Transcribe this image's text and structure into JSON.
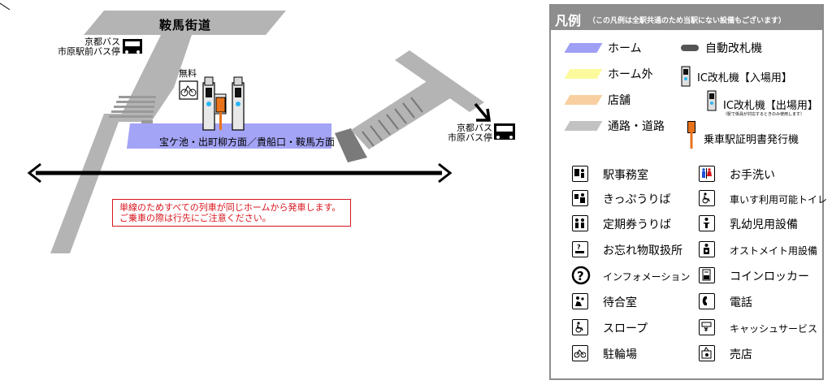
{
  "map": {
    "road_label": "鞍馬街道",
    "bus_stop_1": {
      "line1": "京都バス",
      "line2": "市原駅前バス停"
    },
    "bus_stop_2": {
      "line1": "京都バス",
      "line2": "市原バス停"
    },
    "free_label": "無料",
    "platform_label": "宝ケ池・出町柳方面／貴船口・鞍馬方面",
    "notice": {
      "line1": "単線のためすべての列車が同じホームから発車します。",
      "line2": "ご乗車の際は行先にご注意ください。"
    },
    "colors": {
      "home": "#a4a4f6",
      "road": "#b4b4b4",
      "notice": "#d8141c",
      "shop": "#f5a460"
    }
  },
  "legend": {
    "title": "凡例",
    "note": "（この凡例は全駅共通のため当駅にない設備もございます）",
    "swatches": [
      {
        "label": "ホーム",
        "color": "#9f9ff5"
      },
      {
        "label": "ホーム外",
        "color": "#fbfb9d"
      },
      {
        "label": "店舗",
        "color": "#f8cfa0"
      },
      {
        "label": "通路・道路",
        "color": "#c2c2c2"
      }
    ],
    "gates": {
      "auto": "自動改札機",
      "ic_in": "IC改札機【入場用】",
      "ic_out": "IC改札機【出場用】",
      "ic_out_note": "（駅で係員が対応するときのみ使用します）",
      "certificate": "乗車駅証明書発行機"
    },
    "facilities_left": [
      {
        "icon": "station-office-icon",
        "label": "駅事務室"
      },
      {
        "icon": "ticket-counter-icon",
        "label": "きっぷうりば"
      },
      {
        "icon": "pass-counter-icon",
        "label": "定期券うりば"
      },
      {
        "icon": "lost-and-found-icon",
        "label": "お忘れ物取扱所"
      },
      {
        "icon": "information-icon",
        "label": "インフォメーション"
      },
      {
        "icon": "waiting-room-icon",
        "label": "待合室"
      },
      {
        "icon": "slope-icon",
        "label": "スロープ"
      },
      {
        "icon": "bicycle-parking-icon",
        "label": "駐輪場"
      }
    ],
    "facilities_right": [
      {
        "icon": "restroom-icon",
        "label": "お手洗い"
      },
      {
        "icon": "accessible-toilet-icon",
        "label": "車いす利用可能トイレ"
      },
      {
        "icon": "baby-care-icon",
        "label": "乳幼児用設備"
      },
      {
        "icon": "ostomate-icon",
        "label": "オストメイト用設備"
      },
      {
        "icon": "coin-locker-icon",
        "label": "コインロッカー"
      },
      {
        "icon": "telephone-icon",
        "label": "電話"
      },
      {
        "icon": "cash-service-icon",
        "label": "キャッシュサービス"
      },
      {
        "icon": "kiosk-icon",
        "label": "売店"
      }
    ]
  }
}
